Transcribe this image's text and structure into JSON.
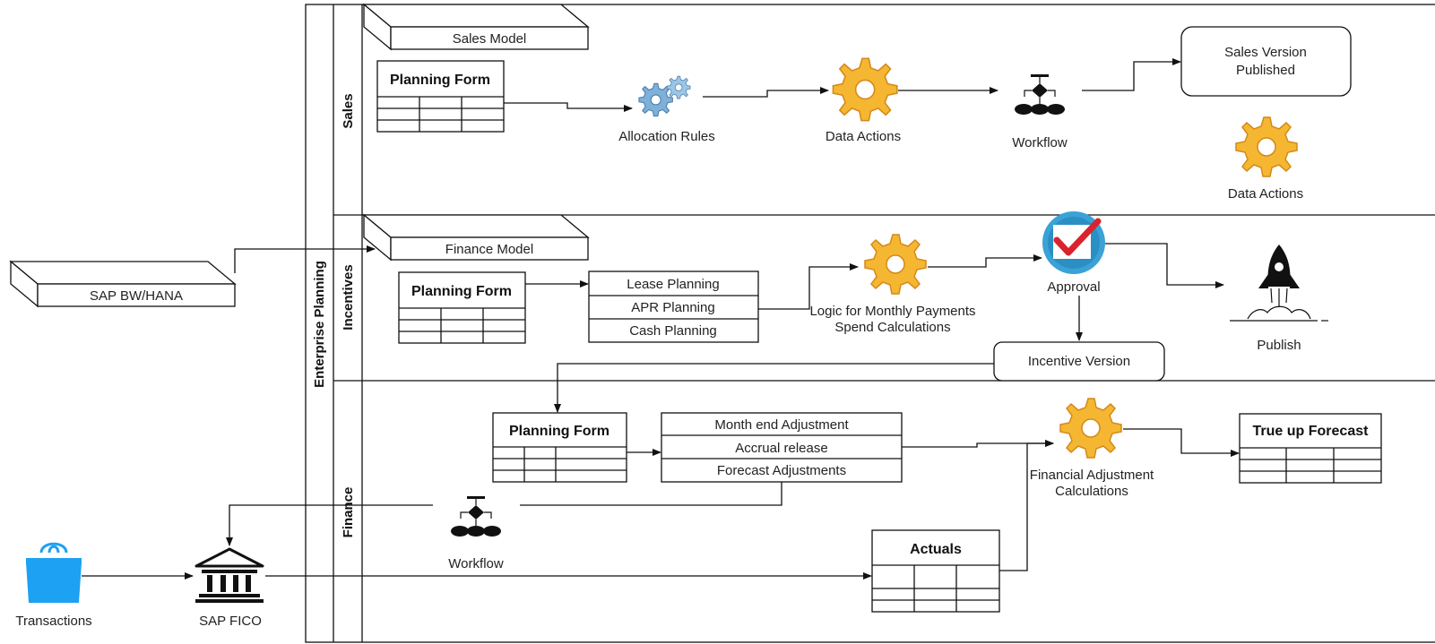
{
  "pool": {
    "title": "Enterprise Planning"
  },
  "lanes": {
    "sales": "Sales",
    "incentives": "Incentives",
    "finance": "Finance"
  },
  "sources": {
    "bw": "SAP BW/HANA",
    "transactions": "Transactions",
    "fico": "SAP FICO"
  },
  "sales": {
    "model": "Sales Model",
    "planning_form": "Planning Form",
    "allocation_rules": "Allocation Rules",
    "data_actions": "Data Actions",
    "workflow": "Workflow",
    "published": [
      "Sales Version",
      "Published"
    ],
    "data_actions_2": "Data Actions"
  },
  "incentives": {
    "model": "Finance Model",
    "planning_form": "Planning Form",
    "lease": "Lease Planning",
    "apr": "APR Planning",
    "cash": "Cash Planning",
    "logic": [
      "Logic for Monthly Payments",
      "Spend Calculations"
    ],
    "approval": "Approval",
    "publish": "Publish",
    "version": "Incentive Version"
  },
  "finance": {
    "planning_form": "Planning Form",
    "month_end": "Month end Adjustment",
    "accrual": "Accrual release",
    "forecast": "Forecast Adjustments",
    "fin_adjust": [
      "Financial Adjustment",
      "Calculations"
    ],
    "true_up": "True up Forecast",
    "actuals": "Actuals",
    "workflow": "Workflow"
  },
  "colors": {
    "gear_fill": "#f5b731",
    "gear_dark": "#d4891a",
    "gear_blue": "#7fb0d8",
    "bag": "#1da1f2",
    "check": "#d9232e",
    "approval_ring": "#3aa2d6"
  }
}
